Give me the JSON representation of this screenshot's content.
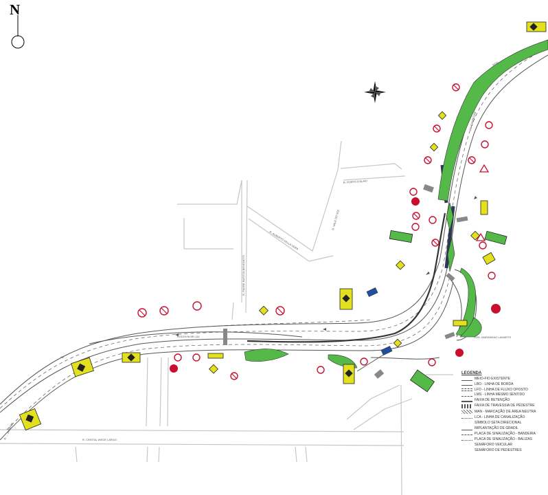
{
  "north": {
    "letter": "N"
  },
  "streets": {
    "main_road": "RODOVIA BR-116",
    "left_road": "AV. ...",
    "upper_street": "R. PORTO D'ALHO",
    "diag_street": "R. ALBERTO VELLA VERA",
    "mid_vertical": "R. VALE DO SOL",
    "left_vertical": "R. PADRE BATISTA BENEDETTI",
    "bottom_street": "R. CRISTAL WEGE LARGO",
    "bottom_left": "R. ... JASMINS",
    "right_vertical": "AV. CAMBOJIM",
    "right_label": "ROD. MARANHAO LAMARTS",
    "top_right_road": "ROD. ..."
  },
  "legend": {
    "title": "LEGENDA",
    "items": [
      {
        "label": "MEIO-FIO EXISTENTE"
      },
      {
        "label": "LBO - LINHA DE BORDA"
      },
      {
        "label": "LFO - LINHA DE FLUXO OPOSTO"
      },
      {
        "label": "LMS - LINHA MESMO SENTIDO"
      },
      {
        "label": "FAIXA DE RETENÇÃO"
      },
      {
        "label": "FAIXA DE TRAVESSIA DE PEDESTRE"
      },
      {
        "label": "MAN - MARCAÇÃO DE ÁREA NEUTRA"
      },
      {
        "label": "LCA - LINHA DE CANALIZAÇÃO"
      },
      {
        "label": "SÍMBOLO SETA DIRECIONAL"
      },
      {
        "label": "IMPLANTAÇÃO DE GRADIL"
      },
      {
        "label": "PLACA DE SINALIZAÇÃO - BANDEIRA"
      },
      {
        "label": "PLACA DE SINALIZAÇÃO - BALIZAS"
      },
      {
        "label": "SEMÁFORO VEICULAR"
      },
      {
        "label": "SEMÁFORO DE PEDESTRES"
      }
    ]
  },
  "colors": {
    "median_green": "#54b948",
    "sign_yellow": "#e3e020",
    "sign_red": "#c8102e",
    "sign_blue": "#1f4f9e",
    "road_line": "#555555"
  }
}
